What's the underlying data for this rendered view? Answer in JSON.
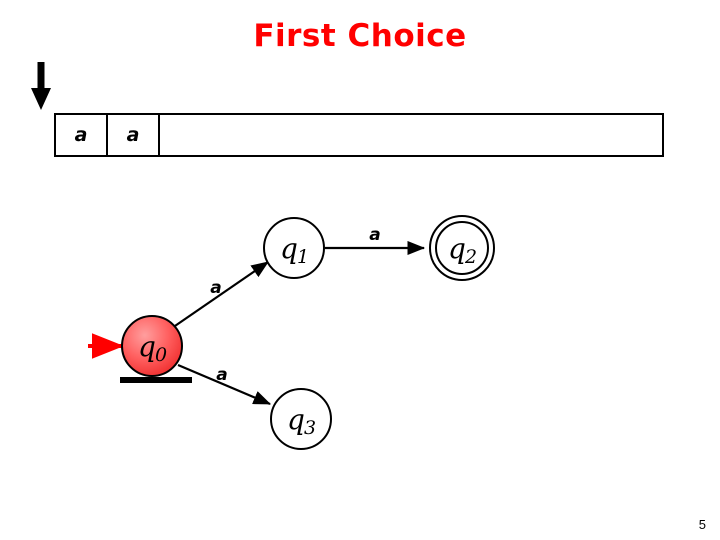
{
  "slide": {
    "title": "First Choice",
    "page_number": "5",
    "accent_color": "#ff0000",
    "ink_color": "#000000"
  },
  "tape": {
    "cells": [
      "a",
      "a",
      "",
      "",
      "",
      "",
      "",
      "",
      "",
      "",
      ""
    ],
    "filled_count": 2,
    "head_position": 0,
    "head_icon": "down-arrow-icon"
  },
  "automaton": {
    "start_arrow_icon": "right-arrow-icon",
    "states": [
      {
        "id": "q0",
        "name": "q",
        "sub": "0",
        "accepting": false,
        "highlighted": true,
        "fill": "#ff5a5a"
      },
      {
        "id": "q1",
        "name": "q",
        "sub": "1",
        "accepting": false,
        "highlighted": false,
        "fill": "#ffffff"
      },
      {
        "id": "q2",
        "name": "q",
        "sub": "2",
        "accepting": true,
        "highlighted": false,
        "fill": "#ffffff"
      },
      {
        "id": "q3",
        "name": "q",
        "sub": "3",
        "accepting": false,
        "highlighted": false,
        "fill": "#ffffff"
      }
    ],
    "transitions": [
      {
        "from": "q0",
        "to": "q1",
        "label": "a"
      },
      {
        "from": "q0",
        "to": "q3",
        "label": "a"
      },
      {
        "from": "q1",
        "to": "q2",
        "label": "a"
      }
    ]
  }
}
